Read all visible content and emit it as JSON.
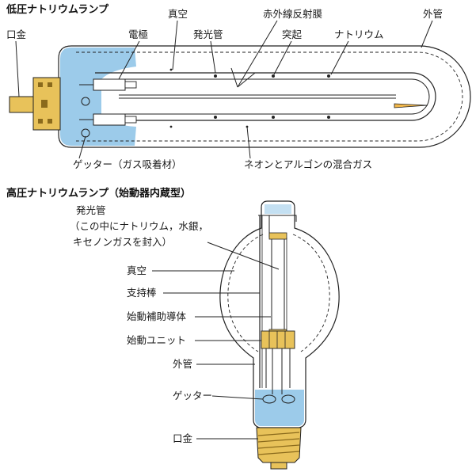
{
  "low_pressure": {
    "title": "低圧ナトリウムランプ",
    "labels": {
      "base": "口金",
      "electrode": "電極",
      "vacuum": "真空",
      "arc_tube": "発光管",
      "ir_film": "赤外線反射膜",
      "dimple": "突起",
      "sodium": "ナトリウム",
      "outer_bulb": "外管",
      "getter": "ゲッター（ガス吸着材）",
      "gas_mix": "ネオンとアルゴンの混合ガス"
    }
  },
  "high_pressure": {
    "title": "高圧ナトリウムランプ（始動器内蔵型）",
    "labels": {
      "arc_tube": "発光管",
      "arc_tube_note_1": "（この中にナトリウム，水銀，",
      "arc_tube_note_2": "キセノンガスを封入）",
      "vacuum": "真空",
      "support_rod": "支持棒",
      "starting_aid": "始動補助導体",
      "starter_unit": "始動ユニット",
      "outer_bulb": "外管",
      "getter": "ゲッター",
      "base": "口金"
    }
  },
  "colors": {
    "glass_blue": "#9ccbea",
    "base_gold": "#e8c25a",
    "sodium_amber": "#f0b64a",
    "line": "#222222"
  }
}
